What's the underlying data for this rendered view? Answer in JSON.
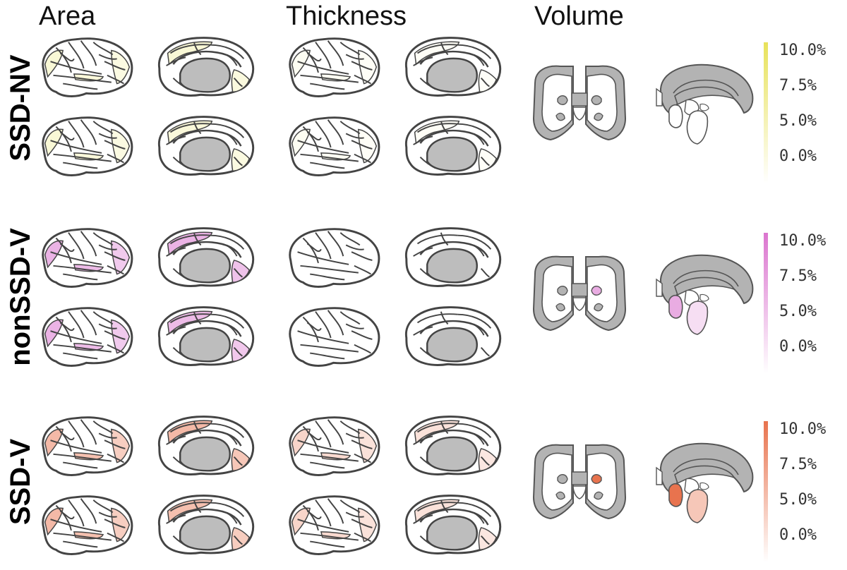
{
  "columns": {
    "area": "Area",
    "thickness": "Thickness",
    "volume": "Volume"
  },
  "rows": [
    {
      "label": "SSD-NV",
      "color": "#e8e25a",
      "colorbar_ticks": [
        "10.0%",
        "7.5%",
        "5.0%",
        "0.0%"
      ],
      "area_highlight": 0.25,
      "thickness_highlight": 0.08,
      "volume_highlight": 0.05
    },
    {
      "label": "nonSSD-V",
      "color": "#db75cf",
      "colorbar_ticks": [
        "10.0%",
        "7.5%",
        "5.0%",
        "0.0%"
      ],
      "area_highlight": 0.55,
      "thickness_highlight": 0.0,
      "volume_highlight": 0.6
    },
    {
      "label": "SSD-V",
      "color": "#e8734e",
      "colorbar_ticks": [
        "10.0%",
        "7.5%",
        "5.0%",
        "0.0%"
      ],
      "area_highlight": 0.5,
      "thickness_highlight": 0.3,
      "volume_highlight": 1.0
    }
  ]
}
